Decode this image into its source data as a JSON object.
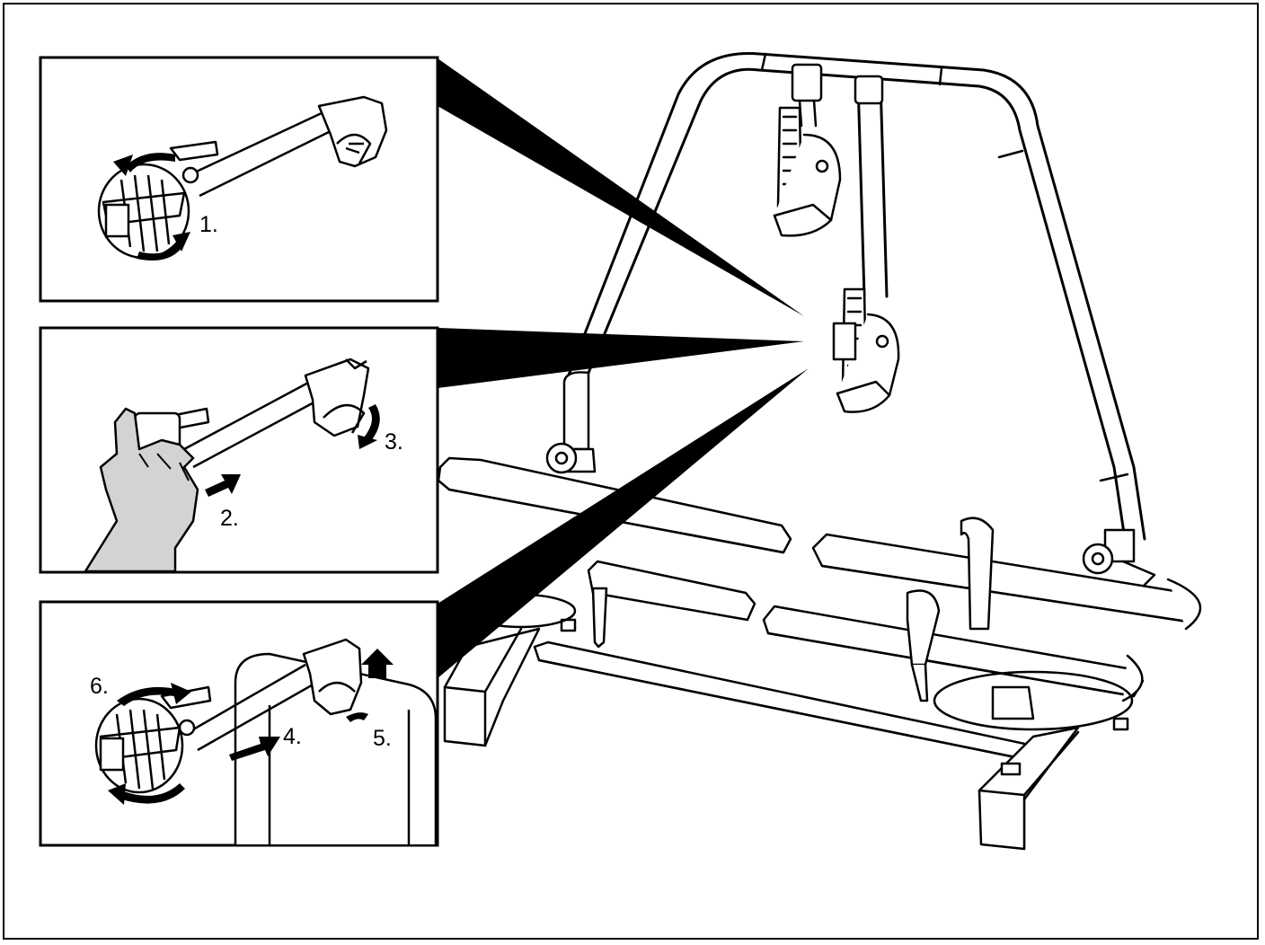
{
  "colors": {
    "ink": "#000000",
    "paper": "#ffffff",
    "hand": "#d3d3d3",
    "metal": "#f2f2f2"
  },
  "icons": [
    "clamp-arm-icon",
    "rotate-arrow-icon",
    "push-arrow-icon",
    "lift-arrow-icon",
    "hand-icon",
    "bike-carrier-icon"
  ],
  "steps": {
    "s1": "1.",
    "s2": "2.",
    "s3": "3.",
    "s4": "4.",
    "s5": "5.",
    "s6": "6."
  }
}
